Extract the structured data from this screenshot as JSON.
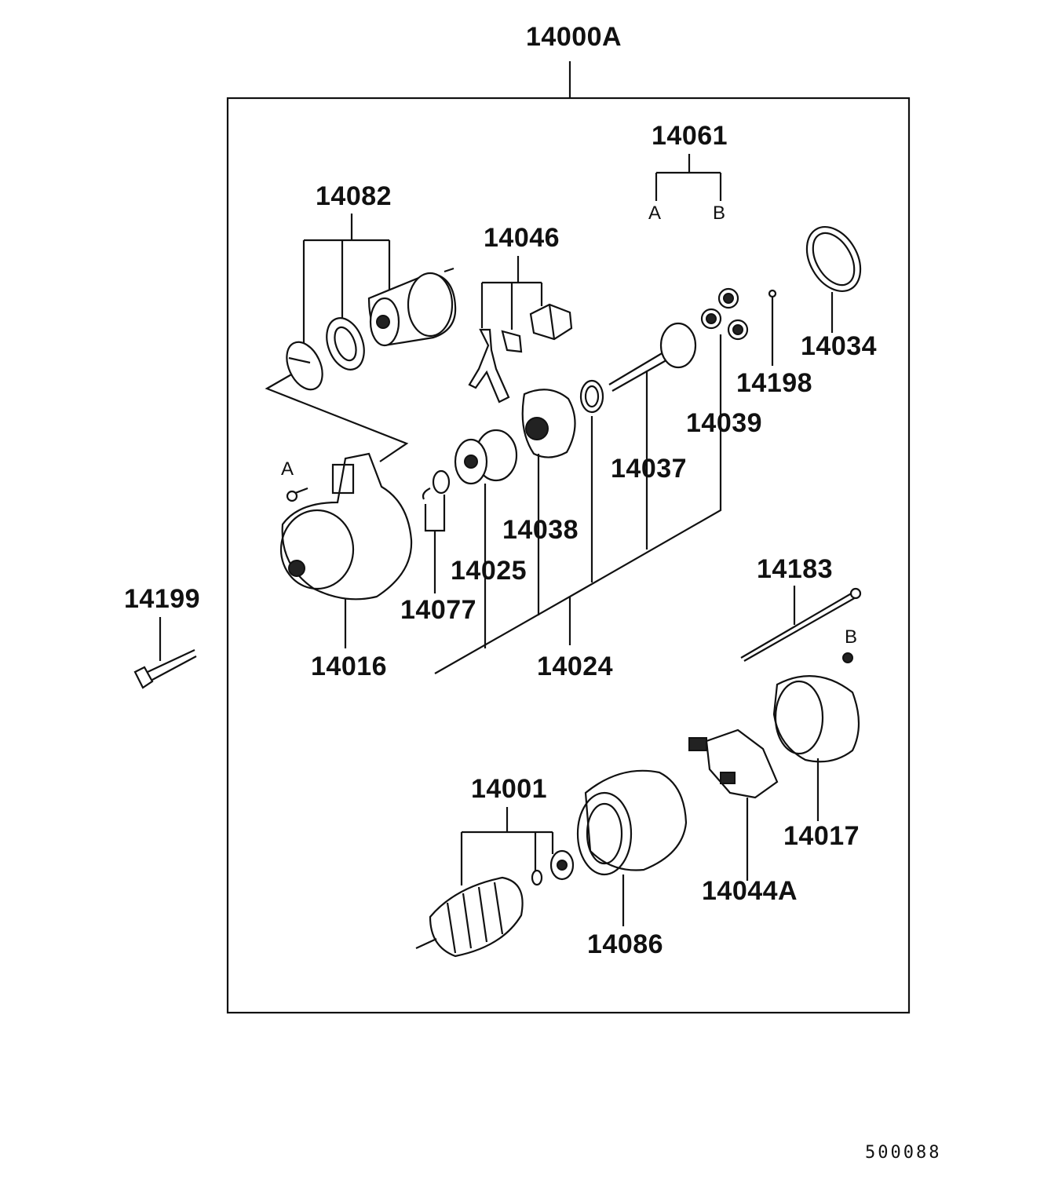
{
  "assembly": {
    "label": "14000A"
  },
  "labels": {
    "p14061": "14061",
    "p14061_a": "A",
    "p14061_b": "B",
    "p14082": "14082",
    "p14046": "14046",
    "p14034": "14034",
    "p14198": "14198",
    "p14039": "14039",
    "p14037": "14037",
    "p14038": "14038",
    "p14025": "14025",
    "p14077": "14077",
    "p14016": "14016",
    "p14024": "14024",
    "p14199": "14199",
    "p14183": "14183",
    "mark_a": "A",
    "mark_b": "B",
    "p14001": "14001",
    "p14017": "14017",
    "p14044A": "14044A",
    "p14086": "14086"
  },
  "figure_code": "500088"
}
